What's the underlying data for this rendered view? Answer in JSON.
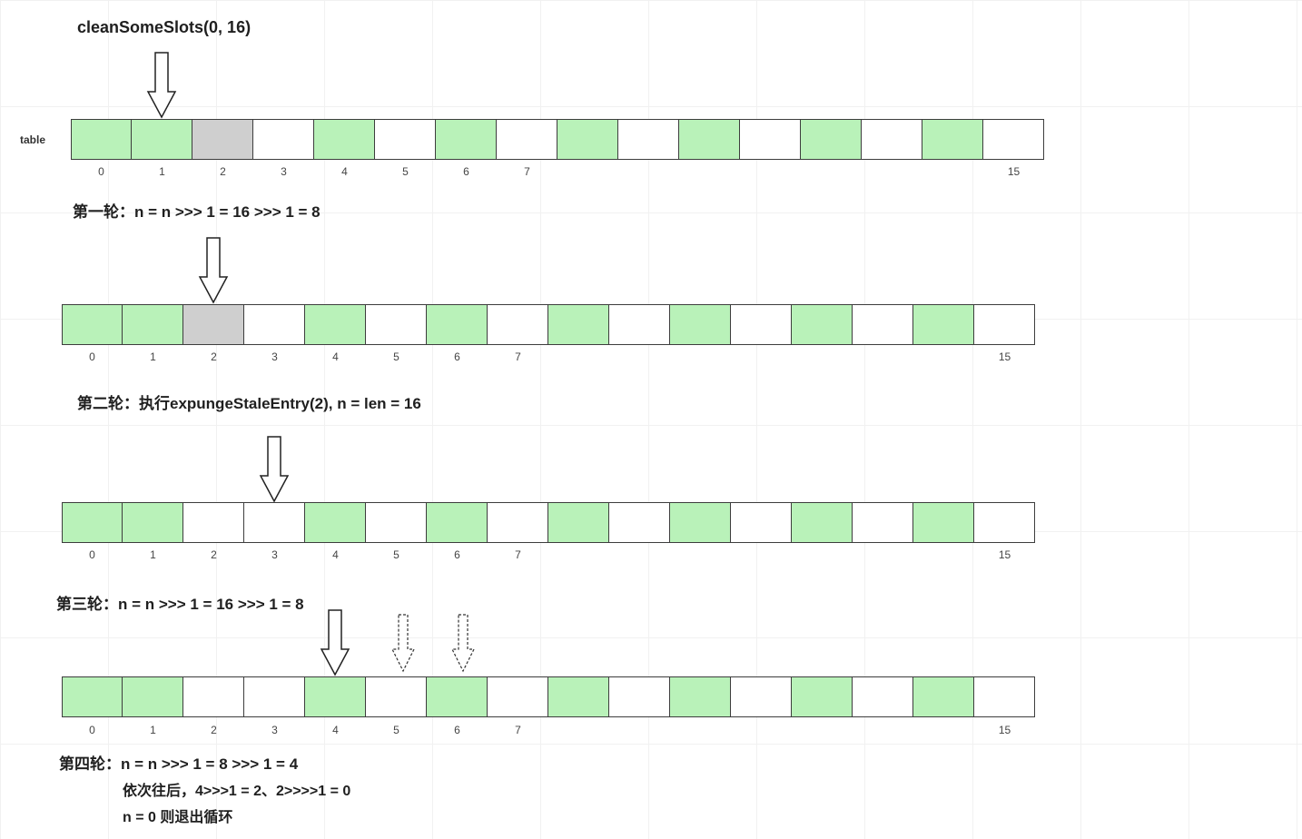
{
  "title": "cleanSomeSlots(0, 16)",
  "table_label": "table",
  "colors": {
    "green": "#b9f2b9",
    "gray": "#cfcfcf",
    "white": "#ffffff"
  },
  "index_labels": [
    "0",
    "1",
    "2",
    "3",
    "4",
    "5",
    "6",
    "7",
    "",
    "",
    "",
    "",
    "",
    "",
    "",
    "15"
  ],
  "rows": [
    {
      "id": "array-row-1",
      "cells": [
        "green",
        "green",
        "gray",
        "white",
        "green",
        "white",
        "green",
        "white",
        "green",
        "white",
        "green",
        "white",
        "green",
        "white",
        "green",
        "white"
      ]
    },
    {
      "id": "array-row-2",
      "cells": [
        "green",
        "green",
        "gray",
        "white",
        "green",
        "white",
        "green",
        "white",
        "green",
        "white",
        "green",
        "white",
        "green",
        "white",
        "green",
        "white"
      ]
    },
    {
      "id": "array-row-3",
      "cells": [
        "green",
        "green",
        "white",
        "white",
        "green",
        "white",
        "green",
        "white",
        "green",
        "white",
        "green",
        "white",
        "green",
        "white",
        "green",
        "white"
      ]
    },
    {
      "id": "array-row-4",
      "cells": [
        "green",
        "green",
        "white",
        "white",
        "green",
        "white",
        "green",
        "white",
        "green",
        "white",
        "green",
        "white",
        "green",
        "white",
        "green",
        "white"
      ]
    }
  ],
  "captions": {
    "round1": "第一轮：n = n >>> 1 = 16 >>> 1 = 8",
    "round2": "第二轮：执行expungeStaleEntry(2), n = len = 16",
    "round3": "第三轮：n = n >>> 1 = 16 >>> 1 = 8",
    "round4_line1": "第四轮：n = n >>> 1 = 8 >>> 1 = 4",
    "round4_line2": "依次往后，4>>>1 = 2、2>>>>1 = 0",
    "round4_line3": "n = 0 则退出循环"
  }
}
